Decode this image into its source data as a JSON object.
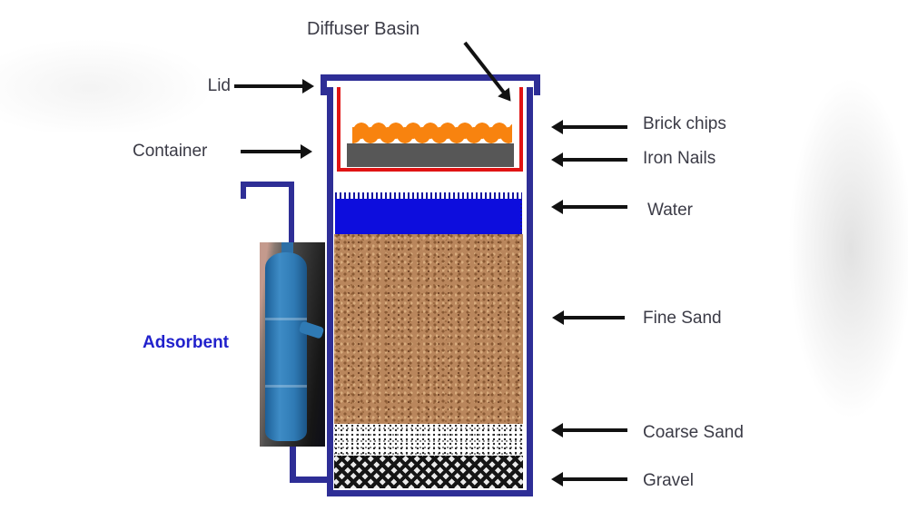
{
  "labels": {
    "diffuser_basin": "Diffuser Basin",
    "lid": "Lid",
    "container": "Container",
    "adsorbent": "Adsorbent",
    "brick_chips": "Brick chips",
    "iron_nails": "Iron Nails",
    "water": "Water",
    "fine_sand": "Fine Sand",
    "coarse_sand": "Coarse Sand",
    "gravel": "Gravel"
  },
  "colors": {
    "container_outline": "#2e2e96",
    "basin_outline": "#e01414",
    "brick_chip_orange": "#f8830f",
    "iron_nails_gray": "#575757",
    "water_blue": "#0d0ddd",
    "fine_sand_tan": "#b9865c",
    "gravel_dark": "#151515",
    "adsorbent_label_blue": "#2121cc",
    "arrow_black": "#121212",
    "label_text": "#3b3b46"
  }
}
